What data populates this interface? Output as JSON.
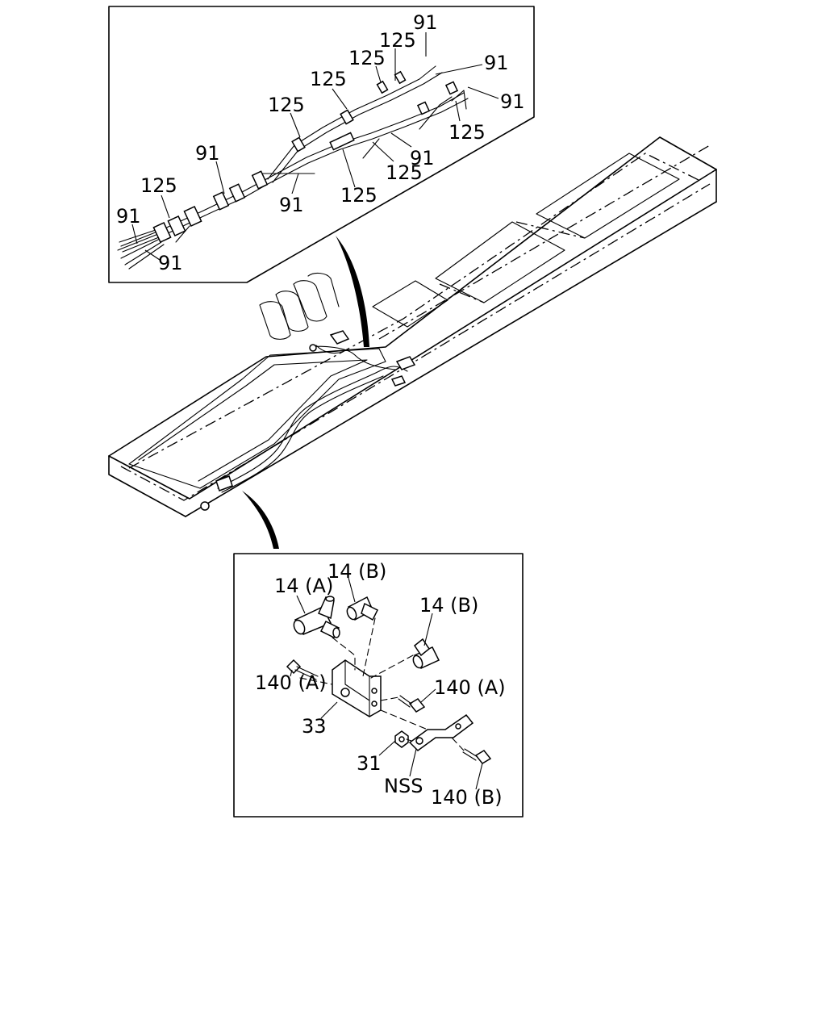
{
  "labels": {
    "top_inset": {
      "l01": "91",
      "l02": "125",
      "l03": "91",
      "l04": "125",
      "l05": "125",
      "l06": "91",
      "l07": "125",
      "l08": "125",
      "l09": "91",
      "l10": "91",
      "l11": "125",
      "l12": "125",
      "l13": "91",
      "l14": "125",
      "l15": "91",
      "l16": "91"
    },
    "bottom_inset": {
      "b01": "14 (A)",
      "b02": "14 (B)",
      "b03": "14 (B)",
      "b04": "140 (A)",
      "b05": "140 (A)",
      "b06": "33",
      "b07": "31",
      "b08": "NSS",
      "b09": "140 (B)"
    }
  }
}
